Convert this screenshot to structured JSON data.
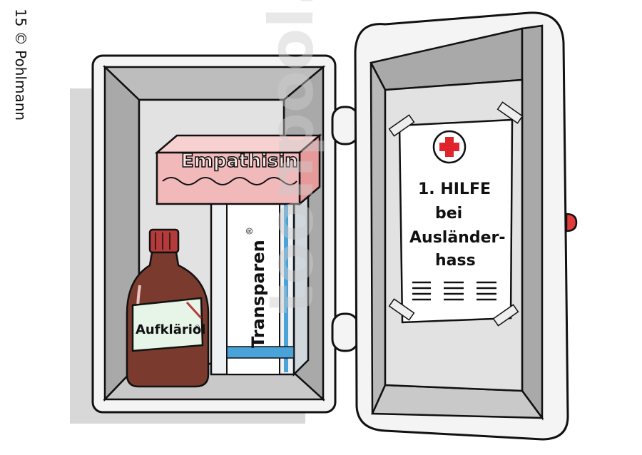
{
  "signature": {
    "text": "15 © Pohlmann"
  },
  "cabinet": {
    "empathisin_label": "Empathisin",
    "transparen_label": "Transparen",
    "aufklaeriol_label": "Aufkläriol",
    "watermark": "toonpool.com"
  },
  "door_notice": {
    "line1": "1. HILFE",
    "line2": "bei",
    "line3": "Ausländer-",
    "line4": "hass"
  },
  "colors": {
    "cabinet_frame": "#f4f4f4",
    "cabinet_inner": "#b9b9b9",
    "cabinet_back": "#e2e2e2",
    "bottle": "#7a3b2e",
    "bottle_cap": "#b53a3a",
    "empathisin_box": "#f1b9b9",
    "transparen_stripe": "#4aa3d8",
    "red_cross": "#e0242b",
    "knob": "#e23b3b",
    "shadow": "#d6d6d6"
  }
}
